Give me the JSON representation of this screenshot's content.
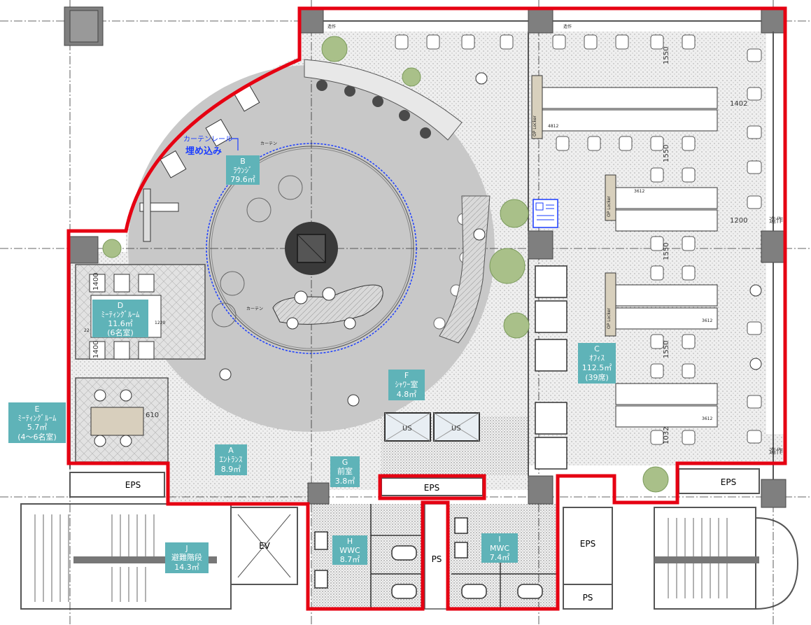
{
  "colors": {
    "label_bg": "#5fb3b8",
    "boundary": "#e60012",
    "wall": "#7f7f7f",
    "floor_grey": "#c8c8c8",
    "plant": "#a9c089",
    "annotation": "#1a3cff"
  },
  "rooms": {
    "A": {
      "letter": "A",
      "name": "ｴﾝﾄﾗﾝｽ",
      "area": "8.9㎡"
    },
    "B": {
      "letter": "B",
      "name": "ﾗｳﾝｼﾞ",
      "area": "79.6㎡"
    },
    "C": {
      "letter": "C",
      "name": "ｵﾌｨｽ",
      "area": "112.5㎡",
      "note": "(39席)"
    },
    "D": {
      "letter": "D",
      "name": "ﾐｰﾃｨﾝｸﾞﾙｰﾑ",
      "area": "11.6㎡",
      "note": "(6名室)"
    },
    "E": {
      "letter": "E",
      "name": "ﾐｰﾃｨﾝｸﾞﾙｰﾑ",
      "area": "5.7㎡",
      "note": "(4～6名室)"
    },
    "F": {
      "letter": "F",
      "name": "ｼｬﾜｰ室",
      "area": "4.8㎡"
    },
    "G": {
      "letter": "G",
      "name": "前室",
      "area": "3.8㎡"
    },
    "H": {
      "letter": "H",
      "name": "WWC",
      "area": "8.7㎡"
    },
    "I": {
      "letter": "I",
      "name": "MWC",
      "area": "7.4㎡"
    },
    "J": {
      "letter": "J",
      "name": "避難階段",
      "area": "14.3㎡"
    }
  },
  "labels": {
    "eps": "EPS",
    "ps": "PS",
    "ev": "EV",
    "sakusaku": "造作",
    "curtain": "カーテン",
    "curtain_rail": "カーテンレール",
    "embedded": "埋め込み",
    "us": "US"
  },
  "dimensions": {
    "d1550": "1550",
    "d1402": "1402",
    "d1200": "1200",
    "d4812": "4812",
    "d3612": "3612",
    "d1220": "1220",
    "d610": "610",
    "d1400": "1400",
    "d22": "22",
    "d1032": "1032"
  },
  "locker_label": "OP Locker"
}
